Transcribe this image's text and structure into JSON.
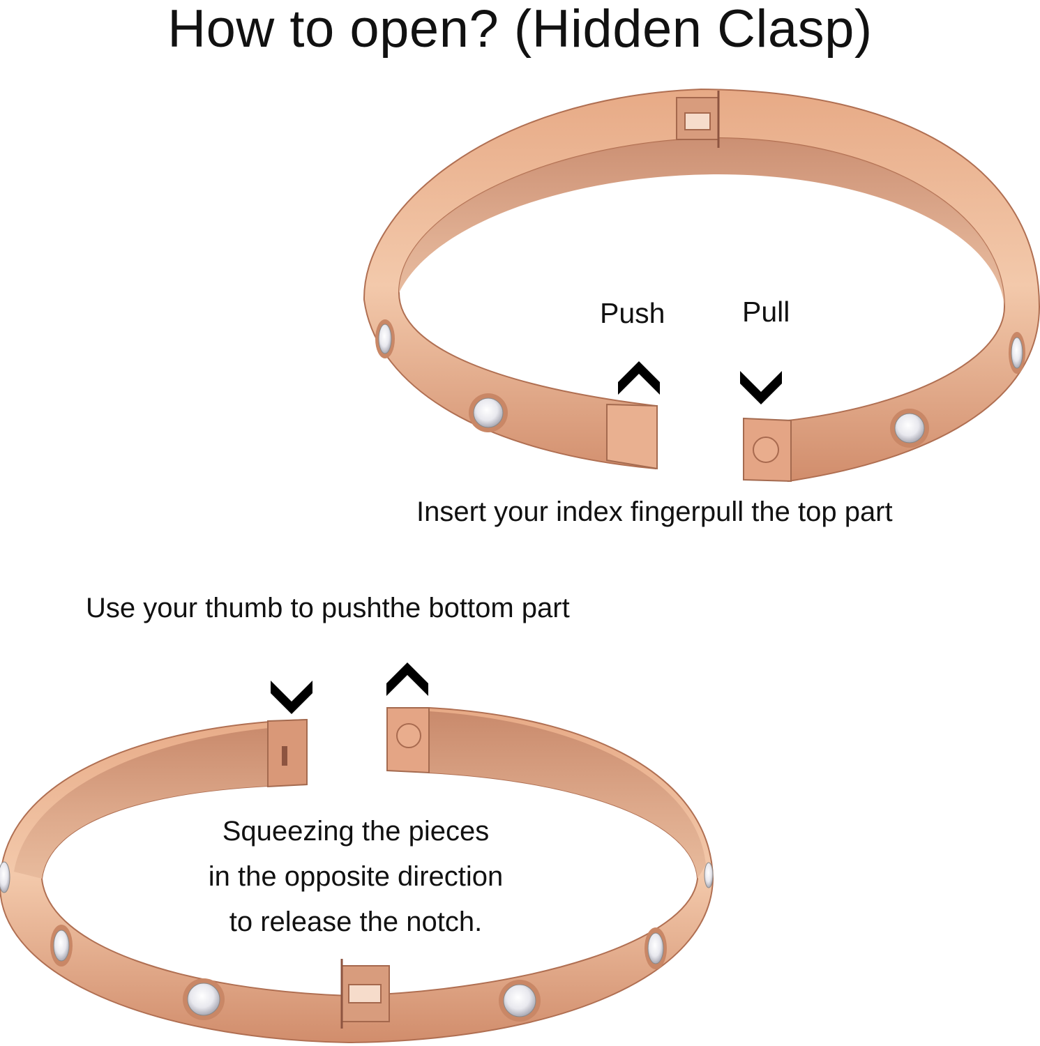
{
  "title": "How to open? (Hidden Clasp)",
  "labels": {
    "push": "Push",
    "pull": "Pull"
  },
  "captions": {
    "top": "Insert your index fingerpull the top part",
    "bottom": "Use your thumb to pushthe bottom part"
  },
  "instructions": {
    "line1": "Squeezing the pieces",
    "line2": "in the opposite direction",
    "line3": "to release the notch."
  },
  "icons": [
    "up-chevron-arrow",
    "down-chevron-arrow",
    "bangle-bracelet",
    "crystal-stone",
    "hinge"
  ],
  "colors": {
    "rose_gold_light": "#f1c3a3",
    "rose_gold_mid": "#dc9a78",
    "rose_gold_dark": "#b9745a",
    "arrow": "#000000"
  }
}
